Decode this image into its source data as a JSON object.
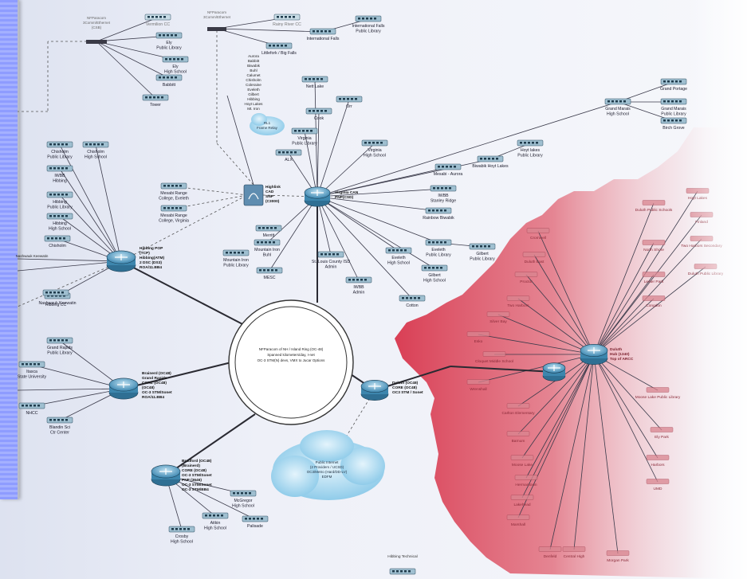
{
  "diagram": {
    "ring": {
      "lines": [
        "NFParacom of NH / Island Ring (OC-48)",
        "Spanned kilometers/day, I-net",
        "OC-3 STM(N) devs, VMX to Jucar Options"
      ]
    },
    "hubs": {
      "hibbing": [
        "Hibbing POP",
        "(TCP)",
        "Hibbing(ATM)",
        "2 DSC (DS3)",
        "ROA/11.BB4"
      ],
      "virginia": [
        "Virginia CAN",
        "PNP(CSD)"
      ],
      "duluth_core": [
        "Duluth (OC48)",
        "CORE (OC48)",
        "OC3 STM / Sonet"
      ],
      "brainerd": [
        "Brainerd (OC48)",
        "Grand Rapids",
        "CORE (OC48)",
        "(OC48)",
        "OC-3 STM/Sonet",
        "ROA/11.BB4"
      ],
      "duluth_core2": [
        "Bradford (OC48)",
        "(Brainerd)",
        "CORE (OC48)",
        "OC-3 STM/Sonet",
        "PNP (3646)",
        "OC-3 STM/Sonet",
        "OC-3 STM/BB4"
      ],
      "duluth_red": [
        "Duluth",
        "Hub (1340)",
        "Top of ARCC"
      ],
      "highlink": [
        "Highlink",
        "CAD",
        "SNP",
        "(C3000)"
      ]
    },
    "top_clusters": {
      "left_switch": [
        "NFParacom",
        "3Comm/Ethernet",
        "(CSB)"
      ],
      "mid_switch": [
        "NFParacom",
        "3Comm/Ethernet"
      ]
    },
    "nodes": {
      "vermilion_cc": "Vermilion CC",
      "ely_library": "Ely Public Library",
      "ely_high": "Ely High School",
      "babbitt": "Babbitt",
      "tower": "Tower",
      "rainy_river": "Rainy River CC",
      "intl_falls": "International Falls",
      "intl_falls_lib": "International Falls Public Library",
      "littlefork": "Littlefork / Big Falls",
      "nett_lake": "Nett Lake",
      "orr": "Orr",
      "cook": "Cook",
      "virginia_lib": "Virginia Public Library",
      "virginia_high": "Virginia High School",
      "alx": "ALX",
      "towns": [
        "Aurora",
        "Babbitt",
        "Biwabik",
        "Buhl",
        "Calumet",
        "Chisholm",
        "Coleraine",
        "Eveleth",
        "Gilbert",
        "Hibbing",
        "Hoyt Lakes",
        "Mt. Iron"
      ],
      "grand_marais_high": "Grand Marais High School",
      "grand_portage": "Grand Portage",
      "grand_marais_lib": "Grand Marais Public Library",
      "birch_grove": "Birch Grove",
      "hoyt_lakes": "Hoyt lakes Public Library",
      "biwabik_hoyt": "Biwabik Hoyt Lakes",
      "mesabi_aurora": "Mesabi - Aurora",
      "iwbb_ridge": "IWBB Stanley Ridge",
      "rainbow": "Rainbow Biwabik",
      "mesabi_eveleth": "Mesabi Range College, Eveleth",
      "mesabi_virginia": "Mesabi Range College, Virginia",
      "merritt": "Merritt",
      "mtn_iron_buhl": "Mountain Iron Buhl",
      "mtn_iron_lib": "Mountain Iron Public Library",
      "slc_admin": "St. Louis County ISD Admin",
      "mesc": "MESC",
      "iwbb_admin": "IWBB Admin",
      "cotton": "Cotton",
      "eveleth_lib": "Eveleth Public Library",
      "eveleth_high": "Eveleth High School",
      "gilbert_lib": "Gilbert Public Library",
      "gilbert_high": "Gilbert High School",
      "chisholm_lib": "Chisholm Public Library",
      "chisholm_high": "Chisholm High School",
      "iwbb_hibbing": "IWBB Hibbing",
      "hibbing_lib": "Hibbing Public Library",
      "hibbing_high": "Hibbing High School",
      "chisholm_cc": "Chisholm",
      "nashwauk": "Nashwauk Keewatin",
      "hibbing_cc": "Hibbing CC",
      "grand_rapids_lib": "Grand Rapids Public Library",
      "itasca": "Itasca State University",
      "nhcc": "NHCC",
      "blandin": "Blandin Sci Ctr Center",
      "mcgregor": "McGregor High School",
      "aitkin": "Aitkin High School",
      "palisade": "Palisade",
      "crosby": "Crosby High School",
      "cloud_label": [
        "Public Internet",
        "(2 Providers / UCSD)",
        "OC3/Metro (Hard/DD-LV)",
        "EDFM"
      ],
      "small_cloud": [
        "RL1",
        "Frame Relay"
      ],
      "bottom_label": "Hibbing Technical"
    },
    "red_nodes": [
      "Cromwell",
      "Duluth East",
      "Proctor",
      "Two Harbors",
      "Silver Bay",
      "Esko",
      "Cloquet Middle School",
      "Wrenshall",
      "Carlton Elementary",
      "Barnum",
      "Moose Lake",
      "Hermantown",
      "Lakehead",
      "Marshall",
      "Denfeld",
      "Central High",
      "Morgan Park",
      "Duluth Public Schools",
      "North Shore",
      "Lester Park",
      "Congdon",
      "Hoyt Lakes",
      "Finland",
      "Two Harbors Secondary",
      "Duluth Public Library",
      "Moose Lake Public Library",
      "Ely Park",
      "Harbors",
      "UMD"
    ]
  }
}
